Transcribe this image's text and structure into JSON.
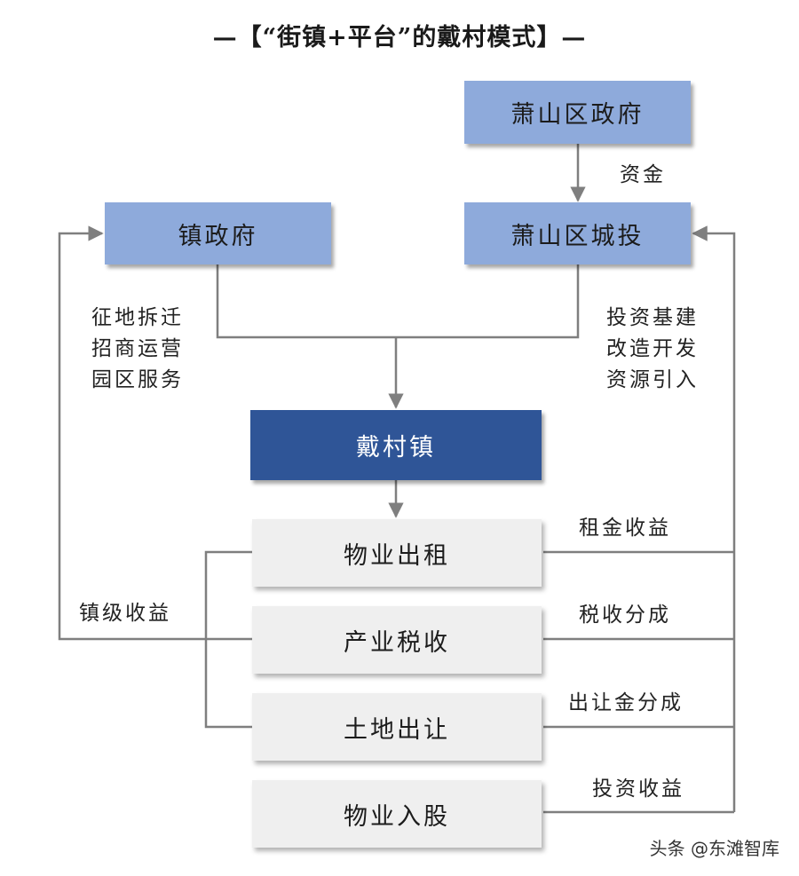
{
  "title": "—【“街镇+平台”的戴村模式】—",
  "nodes": {
    "xiaoshan_gov": "萧山区政府",
    "xiaoshan_chengtou": "萧山区城投",
    "town_gov": "镇政府",
    "daicun": "戴村镇",
    "property_rent": "物业出租",
    "industry_tax": "产业税收",
    "land_transfer": "土地出让",
    "property_equity": "物业入股"
  },
  "labels": {
    "funds": "资金",
    "town_gov_roles": [
      "征地拆迁",
      "招商运营",
      "园区服务"
    ],
    "chengtou_roles": [
      "投资基建",
      "改造开发",
      "资源引入"
    ],
    "town_income": "镇级收益",
    "rent_income": "租金收益",
    "tax_share": "税收分成",
    "transfer_share": "出让金分成",
    "invest_income": "投资收益"
  },
  "watermark": "头条 @东滩智库",
  "colors": {
    "light_blue": "#8eaadb",
    "dark_blue": "#2f5597",
    "gray_box": "#efefef",
    "line": "#7f7f7f"
  }
}
